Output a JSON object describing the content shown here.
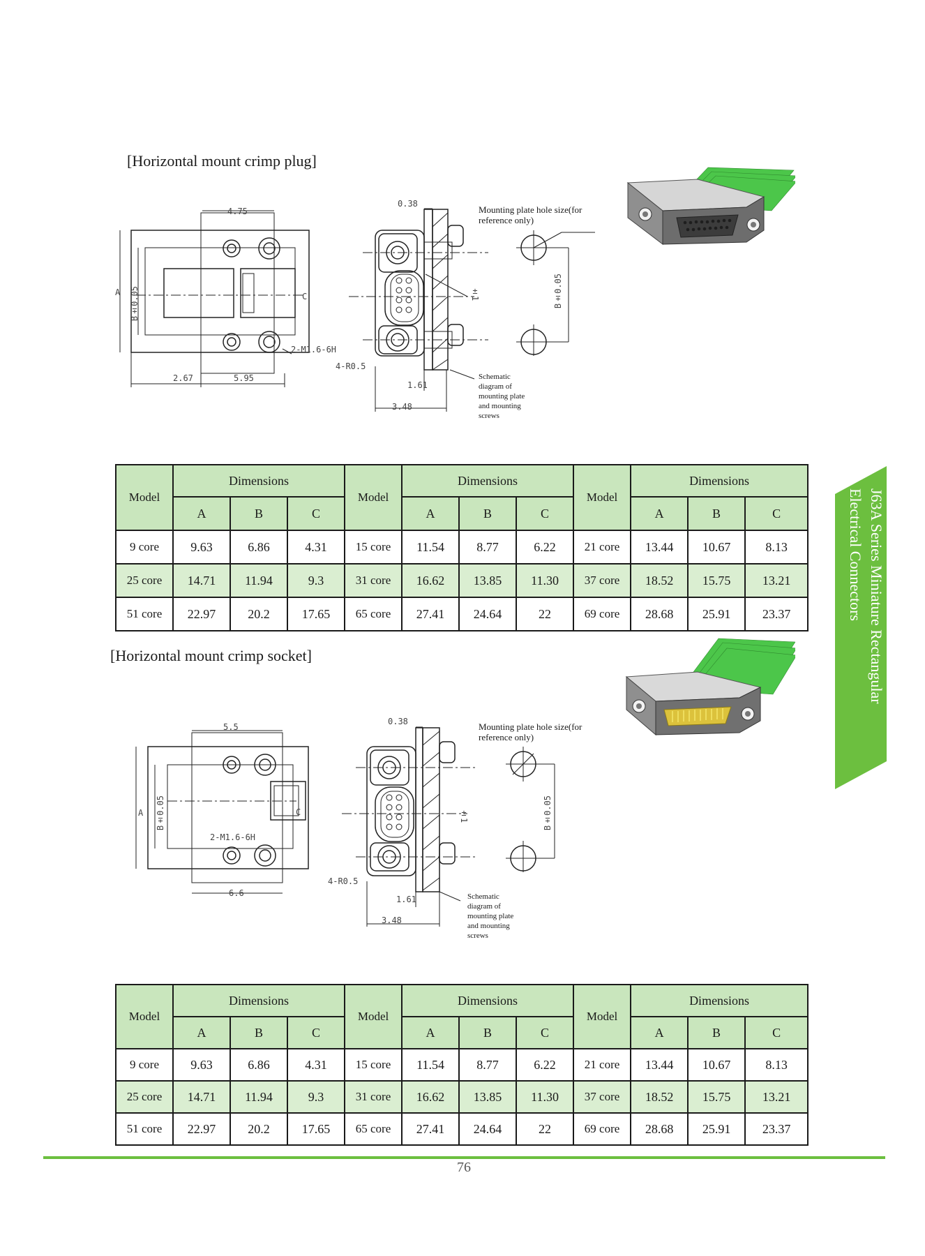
{
  "page_number": "76",
  "side_tab": {
    "line1": "J63A Series Miniature Rectangular",
    "line2": "Electrical Connectors",
    "color": "#6cbf3f"
  },
  "plug": {
    "title": "[Horizontal mount crimp plug]",
    "dims": {
      "top_width": "4.75",
      "left_total": "A",
      "left_b": "B±0.05",
      "c": "C",
      "bottom_left": "2.67",
      "bottom_right": "5.95",
      "thread": "2-M1.6-6H",
      "corner_radius": "4-R0.5",
      "offset_top": "0.38",
      "depth_small": "1.61",
      "depth_total": "3.48",
      "hole_spacing": "B±0.05",
      "face_mark": "±1"
    },
    "note_hole": "Mounting plate hole size(for reference only)",
    "note_schematic": "Schematic diagram of mounting plate and mounting screws"
  },
  "socket": {
    "title": "[Horizontal mount crimp socket]",
    "dims": {
      "top_width": "5.5",
      "left_total": "A",
      "left_b": "B±0.05",
      "c": "C",
      "bottom": "6.6",
      "thread": "2-M1.6-6H",
      "corner_radius": "4-R0.5",
      "offset_top": "0.38",
      "depth_small": "1.61",
      "depth_total": "3.48",
      "hole_spacing": "B±0.05",
      "face_mark": "±1"
    },
    "note_hole": "Mounting plate hole size(for reference only)",
    "note_schematic": "Schematic diagram of mounting plate and mounting screws"
  },
  "table_headers": {
    "model": "Model",
    "dimensions": "Dimensions",
    "a": "A",
    "b": "B",
    "c": "C"
  },
  "plug_table": [
    [
      [
        "9 core",
        "9.63",
        "6.86",
        "4.31"
      ],
      [
        "15 core",
        "11.54",
        "8.77",
        "6.22"
      ],
      [
        "21 core",
        "13.44",
        "10.67",
        "8.13"
      ]
    ],
    [
      [
        "25 core",
        "14.71",
        "11.94",
        "9.3"
      ],
      [
        "31 core",
        "16.62",
        "13.85",
        "11.30"
      ],
      [
        "37 core",
        "18.52",
        "15.75",
        "13.21"
      ]
    ],
    [
      [
        "51 core",
        "22.97",
        "20.2",
        "17.65"
      ],
      [
        "65 core",
        "27.41",
        "24.64",
        "22"
      ],
      [
        "69 core",
        "28.68",
        "25.91",
        "23.37"
      ]
    ]
  ],
  "socket_table": [
    [
      [
        "9 core",
        "9.63",
        "6.86",
        "4.31"
      ],
      [
        "15 core",
        "11.54",
        "8.77",
        "6.22"
      ],
      [
        "21 core",
        "13.44",
        "10.67",
        "8.13"
      ]
    ],
    [
      [
        "25 core",
        "14.71",
        "11.94",
        "9.3"
      ],
      [
        "31 core",
        "16.62",
        "13.85",
        "11.30"
      ],
      [
        "37 core",
        "18.52",
        "15.75",
        "13.21"
      ]
    ],
    [
      [
        "51 core",
        "22.97",
        "20.2",
        "17.65"
      ],
      [
        "65 core",
        "27.41",
        "24.64",
        "22"
      ],
      [
        "69 core",
        "28.68",
        "25.91",
        "23.37"
      ]
    ]
  ]
}
